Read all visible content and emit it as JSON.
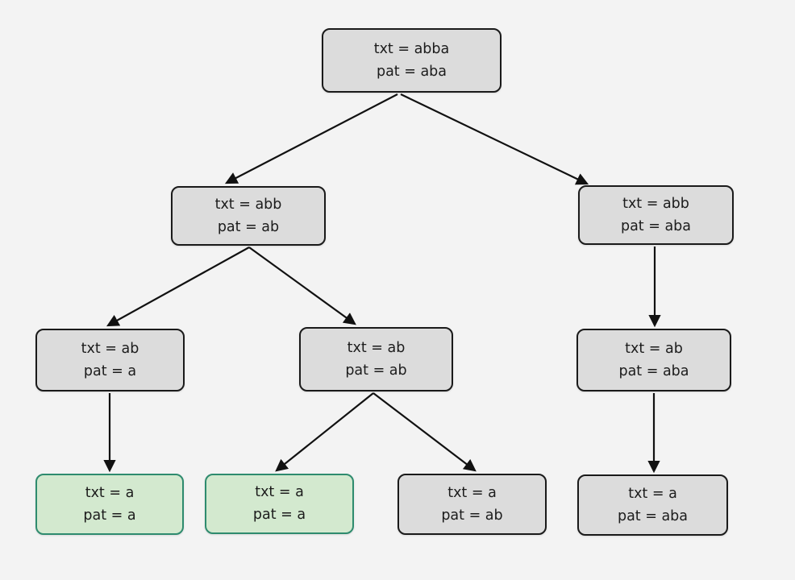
{
  "diagram": {
    "type": "recursion-tree",
    "description": "Recursion tree of pattern matching calls, each node showing remaining txt and pat strings",
    "colors": {
      "background": "#f3f3f3",
      "node_fill": "#dcdcdc",
      "node_border": "#1a1a1a",
      "match_node_fill": "#d3e9cf",
      "match_node_border": "#2e8b6e",
      "edge": "#111111",
      "text": "#1c1c1c"
    },
    "nodes": [
      {
        "id": "root",
        "line1": "txt = abba",
        "line2": "pat = aba",
        "highlight": false
      },
      {
        "id": "l2-left",
        "line1": "txt = abb",
        "line2": "pat = ab",
        "highlight": false
      },
      {
        "id": "l2-right",
        "line1": "txt = abb",
        "line2": "pat = aba",
        "highlight": false
      },
      {
        "id": "l3-left",
        "line1": "txt = ab",
        "line2": "pat = a",
        "highlight": false
      },
      {
        "id": "l3-mid",
        "line1": "txt = ab",
        "line2": "pat = ab",
        "highlight": false
      },
      {
        "id": "l3-right",
        "line1": "txt = ab",
        "line2": "pat = aba",
        "highlight": false
      },
      {
        "id": "l4-1",
        "line1": "txt = a",
        "line2": "pat = a",
        "highlight": true
      },
      {
        "id": "l4-2",
        "line1": "txt = a",
        "line2": "pat = a",
        "highlight": true
      },
      {
        "id": "l4-3",
        "line1": "txt = a",
        "line2": "pat = ab",
        "highlight": false
      },
      {
        "id": "l4-4",
        "line1": "txt = a",
        "line2": "pat = aba",
        "highlight": false
      }
    ],
    "edges": [
      {
        "from": "root",
        "to": "l2-left"
      },
      {
        "from": "root",
        "to": "l2-right"
      },
      {
        "from": "l2-left",
        "to": "l3-left"
      },
      {
        "from": "l2-left",
        "to": "l3-mid"
      },
      {
        "from": "l2-right",
        "to": "l3-right"
      },
      {
        "from": "l3-left",
        "to": "l4-1"
      },
      {
        "from": "l3-mid",
        "to": "l4-2"
      },
      {
        "from": "l3-mid",
        "to": "l4-3"
      },
      {
        "from": "l3-right",
        "to": "l4-4"
      }
    ]
  }
}
